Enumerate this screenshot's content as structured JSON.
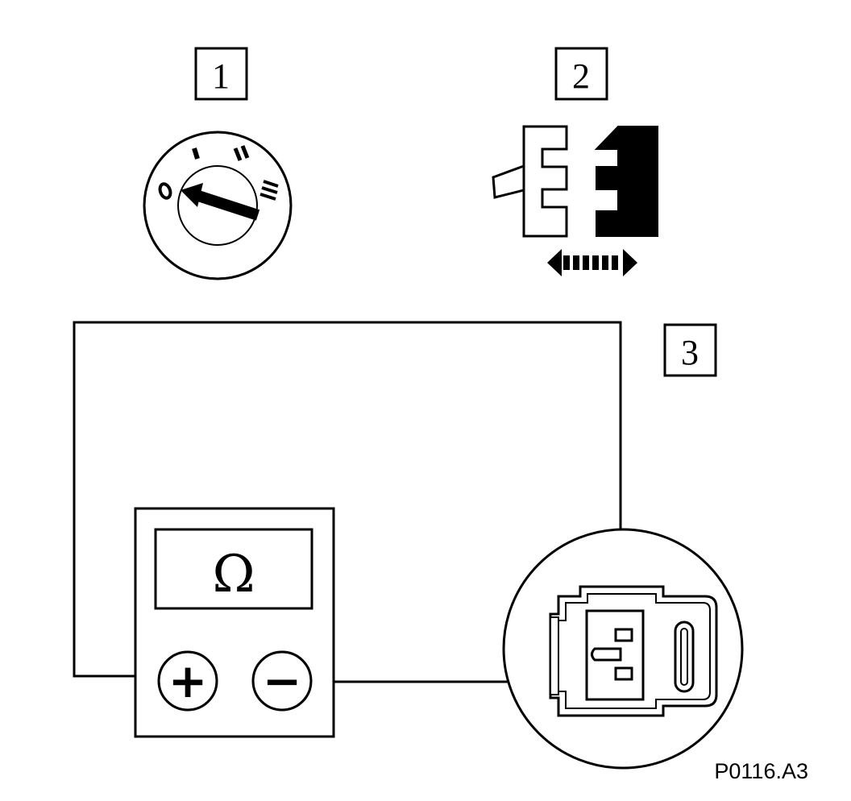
{
  "step_labels": {
    "step1": "1",
    "step2": "2",
    "step3": "3"
  },
  "ignition_switch": {
    "positions": [
      "0",
      "I",
      "II",
      "III"
    ],
    "selected_position": "0"
  },
  "connector_action": "disconnect",
  "meter": {
    "display_symbol": "Ω",
    "plus_symbol": "+",
    "minus_symbol": "−"
  },
  "figure_reference": "P0116.A3",
  "colors": {
    "line": "#000000",
    "background": "#ffffff"
  }
}
